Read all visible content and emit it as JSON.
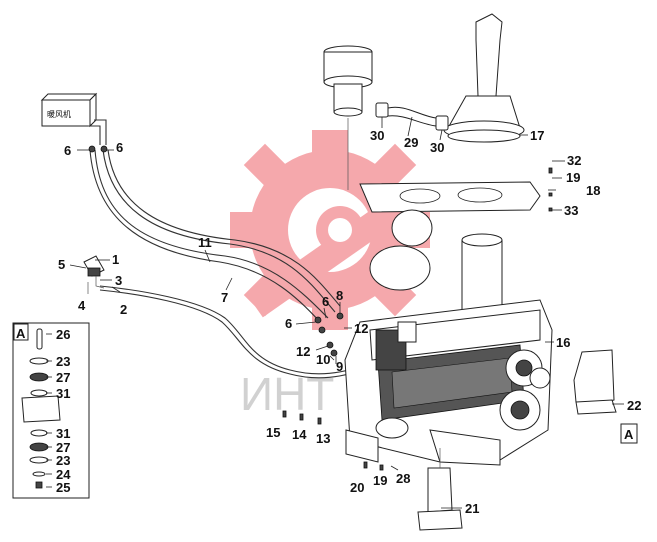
{
  "callouts": {
    "c1": "1",
    "c2": "2",
    "c3": "3",
    "c4": "4",
    "c5": "5",
    "c6a": "6",
    "c6b": "6",
    "c6c": "6",
    "c6d": "6",
    "c7": "7",
    "c8": "8",
    "c9": "9",
    "c10": "10",
    "c11": "11",
    "c12a": "12",
    "c12b": "12",
    "c13": "13",
    "c14": "14",
    "c15": "15",
    "c16": "16",
    "c17": "17",
    "c18": "18",
    "c19a": "19",
    "c19b": "19",
    "c20": "20",
    "c21": "21",
    "c22": "22",
    "c23a": "23",
    "c23b": "23",
    "c24": "24",
    "c25": "25",
    "c26": "26",
    "c27a": "27",
    "c27b": "27",
    "c28": "28",
    "c29": "29",
    "c30a": "30",
    "c30b": "30",
    "c31a": "31",
    "c31b": "31",
    "c32": "32",
    "c33": "33"
  },
  "heater_box_label": "暖风机",
  "view_marker": {
    "inset_label": "A",
    "detail_label": "A"
  },
  "watermark": {
    "text": "ИНТ",
    "color": "#e8323c"
  }
}
